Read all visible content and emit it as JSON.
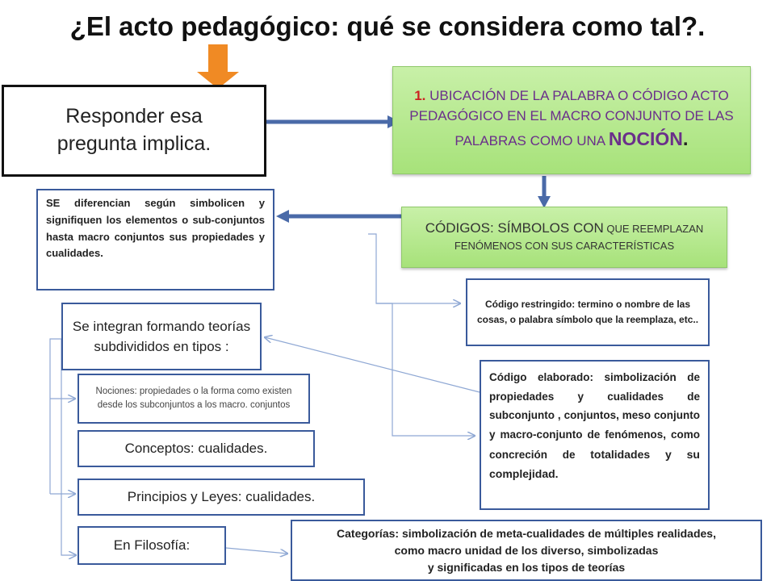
{
  "title": "¿El acto pedagógico: qué se considera como tal?.",
  "respond": "Responder esa pregunta implica.",
  "ubicacion": {
    "number": "1.",
    "text": "UBICACIÓN DE LA PALABRA O CÓDIGO ACTO PEDAGÓGICO EN EL MACRO CONJUNTO DE LAS PALABRAS COMO UNA",
    "emph": "NOCIÓN",
    "end": "."
  },
  "codigos": {
    "lead": "CÓDIGOS: SÍMBOLOS  CON",
    "rest": " QUE REEMPLAZAN FENÓMENOS  CON SUS CARACTERÍSTICAS"
  },
  "diferencian": "SE diferencian según simbolicen y signifiquen  los elementos o sub-conjuntos hasta macro conjuntos sus propiedades  y cualidades.",
  "integran": "Se integran formando teorías subdivididos en tipos :",
  "nociones": "Nociones: propiedades o la forma como existen  desde los subconjuntos  a los macro. conjuntos",
  "conceptos": "Conceptos: cualidades.",
  "principios": "Principios y Leyes: cualidades.",
  "filosofia": "En Filosofía:",
  "restringido": "Código restringido: termino o nombre de las cosas, o palabra símbolo que la reemplaza, etc..",
  "elaborado": {
    "main": "Código elaborado: simbolización de propiedades y cualidades de subconjunto , conjuntos, meso conjunto y macro-conjunto de fenómenos, como concreción de",
    "tail": "totalidades y su complejidad."
  },
  "categorias": {
    "line1": "Categorías: simbolización de meta-cualidades de múltiples realidades,",
    "line2": "como macro unidad de los diverso, simbolizadas",
    "line3": "y significadas  en los tipos de teorías"
  },
  "colors": {
    "box_border": "#3a5a9b",
    "green_fill": "#a7e27a",
    "purple_text": "#6a2f8a",
    "orange_arrow": "#f08a24",
    "thick_arrow": "#4a6aa8",
    "connector": "#8fa8d4"
  }
}
